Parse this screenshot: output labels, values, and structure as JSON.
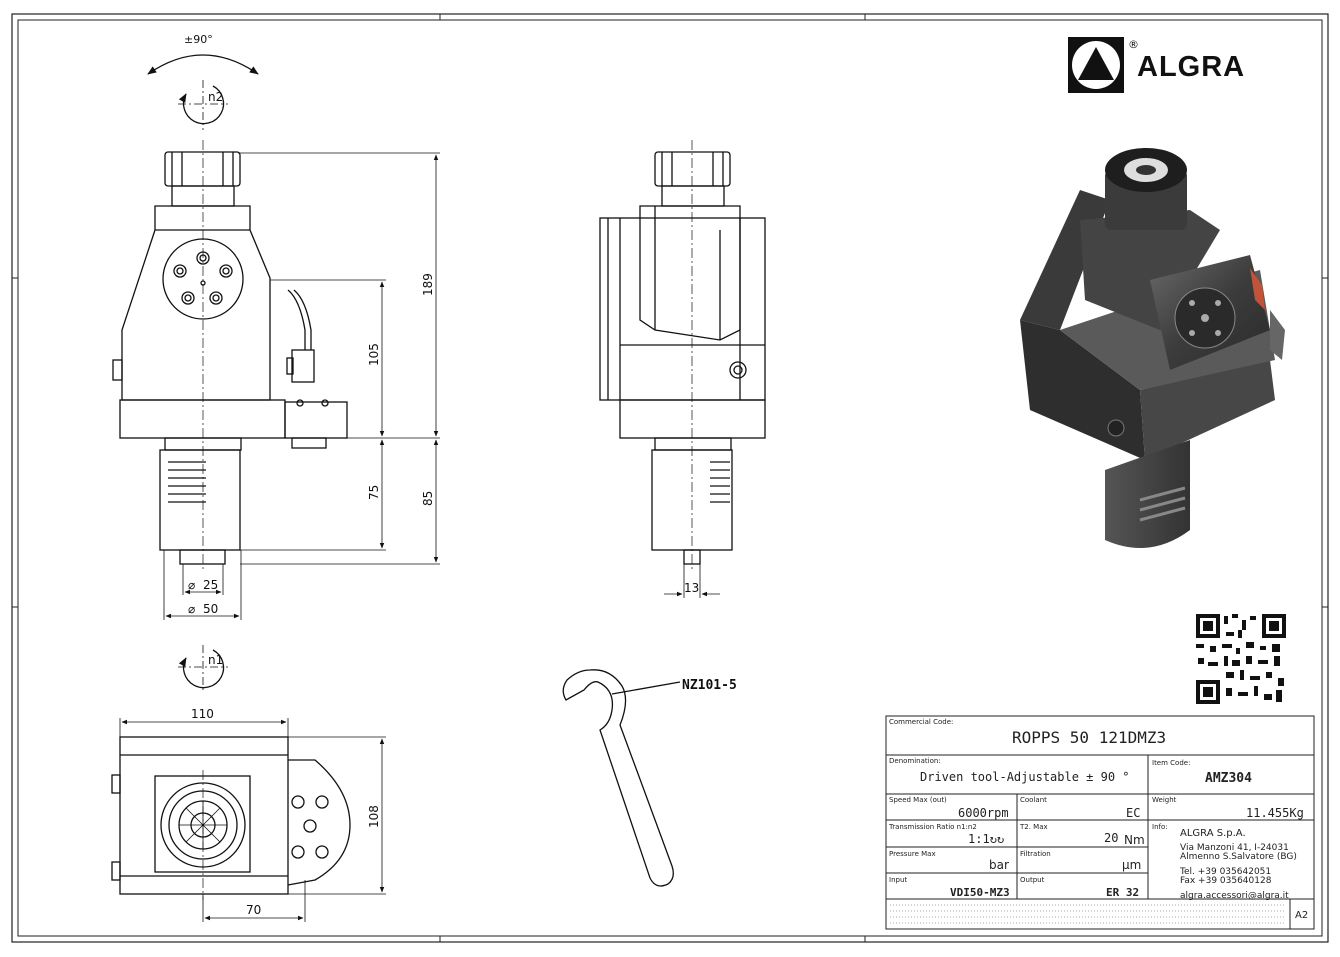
{
  "brand": {
    "name": "ALGRA",
    "registered": "®"
  },
  "views": {
    "rotation_top": "±90°",
    "spindle_n2": "n2",
    "spindle_n1": "n1",
    "wrench_code": "NZ101-5"
  },
  "dimensions": {
    "overall_height": "189",
    "upper_height": "105",
    "shank_length": "75",
    "lower_length": "85",
    "shank_dia_small": "25",
    "shank_dia_large": "50",
    "side_output": "13",
    "bottom_width": "110",
    "bottom_depth": "108",
    "bottom_offset": "70",
    "dia_symbol": "⌀"
  },
  "title_block": {
    "commercial_code_label": "Commercial Code:",
    "commercial_code": "ROPPS 50 121DMZ3",
    "denomination_label": "Denomination:",
    "denomination": "Driven tool-Adjustable ± 90 °",
    "item_code_label": "Item Code:",
    "item_code": "AMZ304",
    "speed_label": "Speed Max (out)",
    "speed_value": "6000rpm",
    "coolant_label": "Coolant",
    "coolant_value": "EC",
    "weight_label": "Weight",
    "weight_value": "11.455Kg",
    "ratio_label": "Transmission Ratio n1:n2",
    "ratio_value": "1:1↻↻",
    "torque_label": "T2. Max",
    "torque_value": "20",
    "torque_unit": "Nm",
    "pressure_label": "Pressure Max",
    "pressure_value": "bar",
    "filtration_label": "Filtration",
    "filtration_value": "µm",
    "input_label": "Input",
    "input_value": "VDI50-MZ3",
    "output_label": "Output",
    "output_value": "ER 32",
    "info_label": "Info:",
    "company": "ALGRA S.p.A.",
    "address1": "Via Manzoni 41, I-24031",
    "address2": "Almenno S.Salvatore (BG)",
    "tel": "Tel. +39 035642051",
    "fax": "Fax +39 035640128",
    "email": "algra.accessori@algra.it",
    "sheet_size": "A2"
  }
}
